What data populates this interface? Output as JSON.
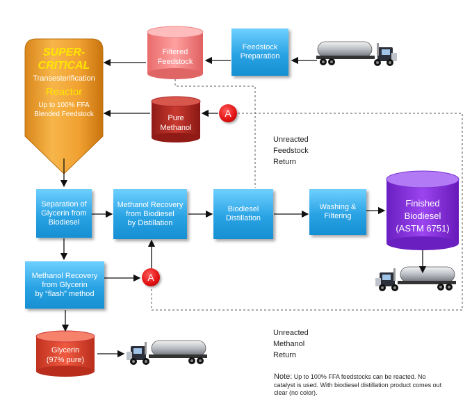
{
  "reactor": {
    "title_line1": "SUPER-",
    "title_line2": "CRITICAL",
    "subtitle": "Transesterification",
    "name": "Reactor",
    "note": "Up to 100% FFA\nBlended Feedstock"
  },
  "cylinders": {
    "filtered_feedstock": "Filtered\nFeedstock",
    "pure_methanol": "Pure\nMethanol",
    "finished_biodiesel": "Finished\nBiodiesel\n(ASTM 6751)",
    "glycerin": "Glycerin\n(97% pure)"
  },
  "boxes": {
    "feedstock_preparation": "Feedstock\nPreparation",
    "separation": "Separation of\nGlycerin from\nBiodiesel",
    "methanol_recovery_biodiesel": "Methanol Recovery\nfrom Biodiesel\nby Distillation",
    "biodiesel_distillation": "Biodiesel\nDistillation",
    "washing_filtering": "Washing &\nFiltering",
    "methanol_recovery_glycerin": "Methanol Recovery\nfrom Glycerin\nby “flash” method"
  },
  "connectors": {
    "a_top": "A",
    "a_bottom": "A"
  },
  "labels": {
    "unreacted_feedstock": "Unreacted\nFeedstock\nReturn",
    "unreacted_methanol": "Unreacted\nMethanol\nReturn"
  },
  "note": {
    "prefix": "Note:",
    "text": " Up to 100% FFA feedstocks can be reacted. No catalyst is used. With biodiesel distillation product comes out clear (no color)."
  },
  "colors": {
    "box_blue": "#2aa3e4",
    "reactor_orange": "#f5a623",
    "reactor_title_yellow": "#ffe600",
    "filtered_pink": "#f48a8a",
    "methanol_red": "#b52a24",
    "biodiesel_purple": "#8a2be2",
    "glycerin_red": "#d9412e"
  }
}
